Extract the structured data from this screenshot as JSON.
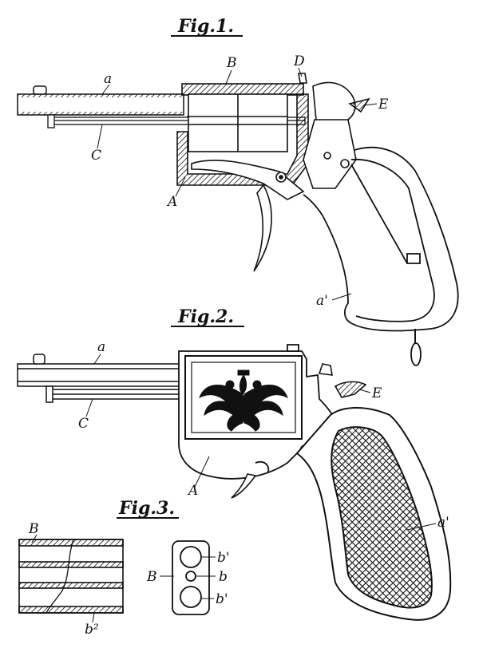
{
  "figures": [
    {
      "title": "Fig.1."
    },
    {
      "title": "Fig.2."
    },
    {
      "title": "Fig.3."
    }
  ],
  "fig1_labels": {
    "a": "a",
    "B": "B",
    "D": "D",
    "E": "E",
    "C": "C",
    "A": "A",
    "a1": "a'"
  },
  "fig2_labels": {
    "a": "a",
    "E": "E",
    "C": "C",
    "A": "A",
    "a1": "a'"
  },
  "fig3_labels": {
    "B": "B",
    "b2": "b²",
    "B_end": "B",
    "b1_top": "b'",
    "b": "b",
    "b1_bottom": "b'"
  },
  "colors": {
    "ink": "#111111",
    "paper": "#ffffff"
  }
}
